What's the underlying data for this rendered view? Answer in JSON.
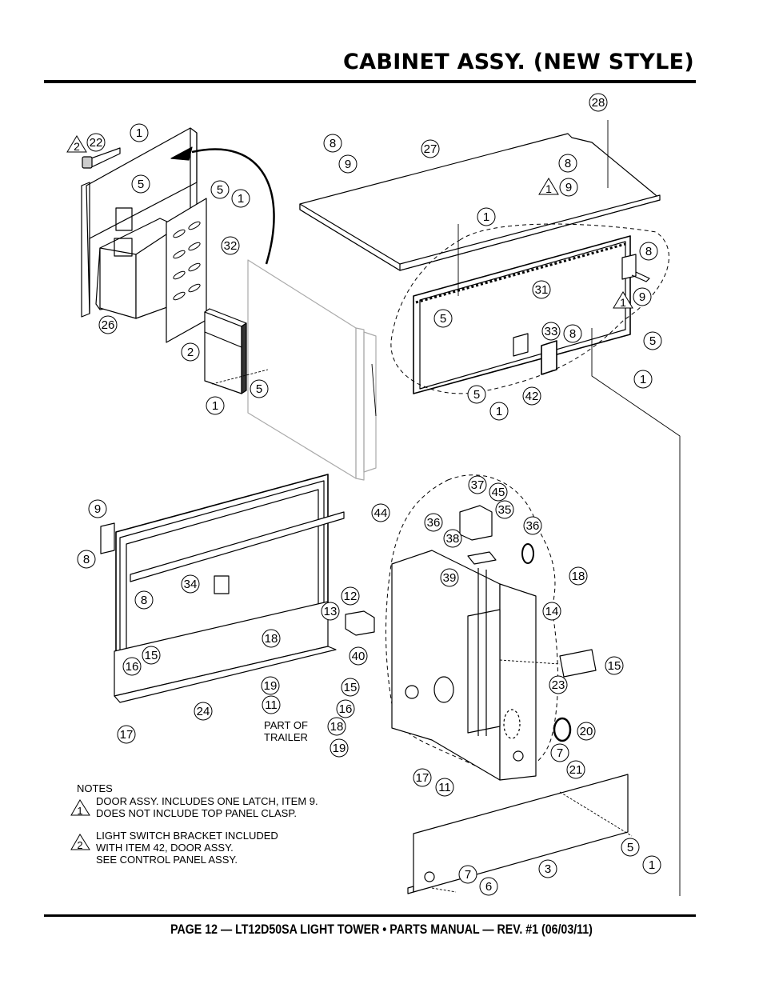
{
  "header": {
    "title": "CABINET ASSY. (NEW STYLE)"
  },
  "footer": {
    "text": "PAGE 12 — LT12D50SA LIGHT TOWER • PARTS MANUAL — REV. #1 (06/03/11)"
  },
  "notes": {
    "heading": "NOTES",
    "items": [
      {
        "marker": "1",
        "lines": [
          "DOOR ASSY. INCLUDES ONE LATCH, ITEM 9.",
          "DOES NOT INCLUDE TOP PANEL CLASP."
        ]
      },
      {
        "marker": "2",
        "lines": [
          "LIGHT SWITCH BRACKET INCLUDED",
          "WITH ITEM 42, DOOR ASSY.",
          "SEE CONTROL PANEL ASSY."
        ]
      }
    ]
  },
  "annotations": {
    "part_of_trailer": [
      "PART OF",
      "TRAILER"
    ]
  },
  "callouts": [
    {
      "label": "1"
    },
    {
      "label": "22"
    },
    {
      "label": "5"
    },
    {
      "label": "5"
    },
    {
      "label": "1"
    },
    {
      "label": "32"
    },
    {
      "label": "26"
    },
    {
      "label": "2"
    },
    {
      "label": "5"
    },
    {
      "label": "1"
    },
    {
      "label": "8"
    },
    {
      "label": "9"
    },
    {
      "label": "27"
    },
    {
      "label": "28"
    },
    {
      "label": "8"
    },
    {
      "label": "9"
    },
    {
      "label": "1"
    },
    {
      "label": "8"
    },
    {
      "label": "31"
    },
    {
      "label": "9"
    },
    {
      "label": "5"
    },
    {
      "label": "33"
    },
    {
      "label": "8"
    },
    {
      "label": "5"
    },
    {
      "label": "1"
    },
    {
      "label": "5"
    },
    {
      "label": "1"
    },
    {
      "label": "42"
    },
    {
      "label": "9"
    },
    {
      "label": "8"
    },
    {
      "label": "34"
    },
    {
      "label": "8"
    },
    {
      "label": "12"
    },
    {
      "label": "13"
    },
    {
      "label": "18"
    },
    {
      "label": "15"
    },
    {
      "label": "16"
    },
    {
      "label": "19"
    },
    {
      "label": "11"
    },
    {
      "label": "24"
    },
    {
      "label": "17"
    },
    {
      "label": "37"
    },
    {
      "label": "45"
    },
    {
      "label": "35"
    },
    {
      "label": "44"
    },
    {
      "label": "36"
    },
    {
      "label": "36"
    },
    {
      "label": "38"
    },
    {
      "label": "39"
    },
    {
      "label": "18"
    },
    {
      "label": "14"
    },
    {
      "label": "40"
    },
    {
      "label": "15"
    },
    {
      "label": "16"
    },
    {
      "label": "18"
    },
    {
      "label": "19"
    },
    {
      "label": "15"
    },
    {
      "label": "23"
    },
    {
      "label": "20"
    },
    {
      "label": "7"
    },
    {
      "label": "21"
    },
    {
      "label": "17"
    },
    {
      "label": "11"
    },
    {
      "label": "5"
    },
    {
      "label": "1"
    },
    {
      "label": "3"
    },
    {
      "label": "7"
    },
    {
      "label": "6"
    }
  ],
  "warning_markers": [
    {
      "label": "2"
    },
    {
      "label": "1"
    },
    {
      "label": "1"
    }
  ]
}
